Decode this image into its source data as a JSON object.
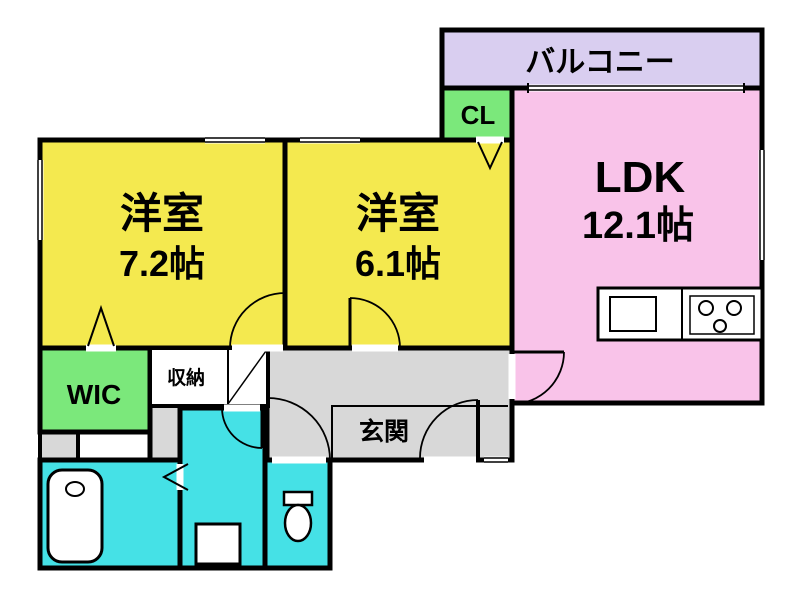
{
  "floorplan": {
    "balcony": {
      "label": "バルコニー"
    },
    "cl": {
      "label": "CL"
    },
    "ldk": {
      "label": "LDK",
      "size": "12.1帖"
    },
    "bedroom_a": {
      "label": "洋室",
      "size": "7.2帖"
    },
    "bedroom_b": {
      "label": "洋室",
      "size": "6.1帖"
    },
    "wic": {
      "label": "WIC"
    },
    "storage": {
      "label": "収納"
    },
    "entrance": {
      "label": "玄関"
    }
  },
  "colors": {
    "wall": "#000000",
    "bedroom": "#f4e94f",
    "ldk": "#f9c3e9",
    "balcony": "#d9cef0",
    "closet": "#7be87b",
    "wet_area": "#45e1e6",
    "hallway": "#d8d8d8",
    "fixture": "#ffffff"
  }
}
